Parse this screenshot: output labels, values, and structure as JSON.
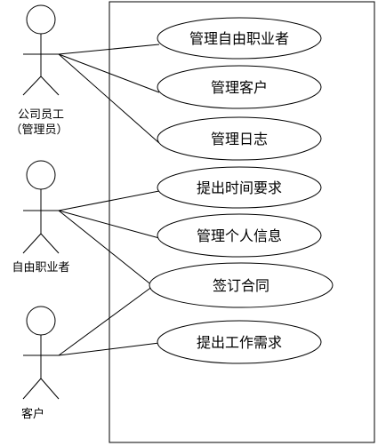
{
  "actors": [
    {
      "id": "employee",
      "label_lines": [
        "公司员工",
        "（管理员）"
      ]
    },
    {
      "id": "freelancer",
      "label_lines": [
        "自由职业者"
      ]
    },
    {
      "id": "customer",
      "label_lines": [
        "客户"
      ]
    }
  ],
  "use_cases": [
    {
      "id": "manage-freelancers",
      "label": "管理自由职业者"
    },
    {
      "id": "manage-customers",
      "label": "管理客户"
    },
    {
      "id": "manage-logs",
      "label": "管理日志"
    },
    {
      "id": "submit-time-request",
      "label": "提出时间要求"
    },
    {
      "id": "manage-personal-info",
      "label": "管理个人信息"
    },
    {
      "id": "sign-contract",
      "label": "签订合同"
    },
    {
      "id": "submit-work-request",
      "label": "提出工作需求"
    }
  ],
  "associations": [
    {
      "actor": "employee",
      "use_case": "manage-freelancers"
    },
    {
      "actor": "employee",
      "use_case": "manage-customers"
    },
    {
      "actor": "employee",
      "use_case": "manage-logs"
    },
    {
      "actor": "freelancer",
      "use_case": "submit-time-request"
    },
    {
      "actor": "freelancer",
      "use_case": "manage-personal-info"
    },
    {
      "actor": "freelancer",
      "use_case": "sign-contract"
    },
    {
      "actor": "customer",
      "use_case": "sign-contract"
    },
    {
      "actor": "customer",
      "use_case": "submit-work-request"
    }
  ]
}
